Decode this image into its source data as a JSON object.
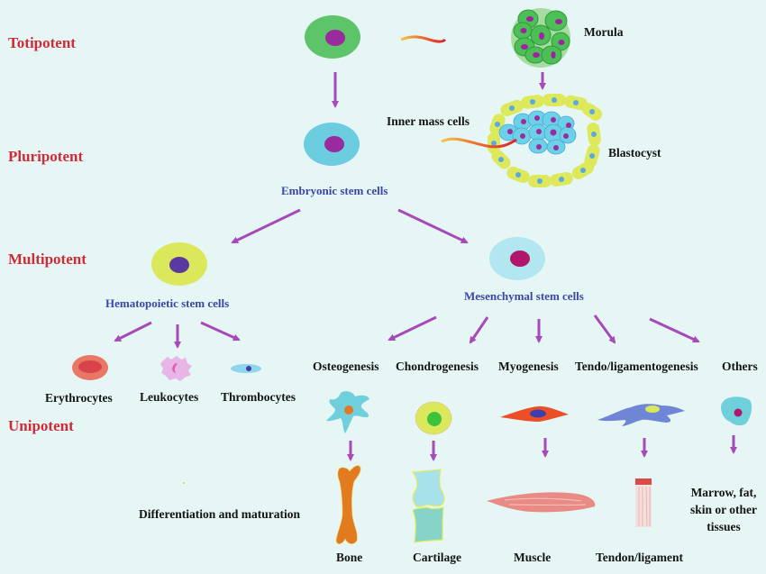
{
  "levels": {
    "totipotent": "Totipotent",
    "pluripotent": "Pluripotent",
    "multipotent": "Multipotent",
    "unipotent": "Unipotent"
  },
  "cells": {
    "morula": "Morula",
    "inner_mass": "Inner mass cells",
    "blastocyst": "Blastocyst",
    "embryonic": "Embryonic stem cells",
    "hematopoietic": "Hematopoietic stem cells",
    "mesenchymal": "Mesenchymal stem cells"
  },
  "blood_cells": [
    "Erythrocytes",
    "Leukocytes",
    "Thrombocytes"
  ],
  "processes": [
    "Osteogenesis",
    "Chondrogenesis",
    "Myogenesis",
    "Tendo/ligamentogenesis",
    "Others"
  ],
  "tissues": [
    "Bone",
    "Cartilage",
    "Muscle",
    "Tendon/ligament"
  ],
  "others_tissue": [
    "Marrow, fat,",
    "skin or other",
    "tissues"
  ],
  "differentiation_label": "Differentiation and maturation",
  "colors": {
    "level_text": "#d02a36",
    "stem_text": "#3b46a8",
    "arrow": "#a54ab8",
    "background": "#e6f6f5"
  }
}
